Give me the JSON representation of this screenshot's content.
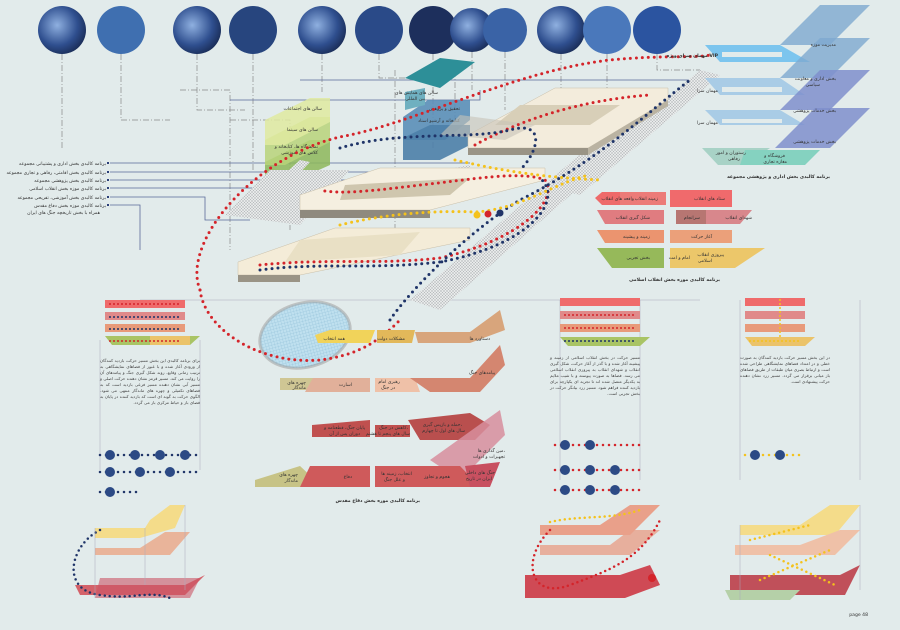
{
  "colors": {
    "background": "#e2ebeb",
    "red_path": "#d4242a",
    "navy_path": "#1f3468",
    "yellow_path": "#f4c21c"
  },
  "photos": [
    "photo-1",
    "photo-2",
    "photo-3",
    "photo-4",
    "photo-5",
    "photo-6",
    "photo-7",
    "photo-8",
    "photo-9",
    "photo-10",
    "photo-11",
    "photo-12"
  ],
  "left_legend": [
    "برنامه کالبدی بخش اداری و پشتیبانی مجموعه",
    "برنامه کالبدی بخش اقامتی، رفاهی و تجاری مجموعه",
    "برنامه کالبدی بخش پژوهشی مجموعه",
    "برنامه کالبدی موزه بخش انقلاب اسلامی",
    "برنامه کالبدی بخش آموزشی، تفریحی مجموعه",
    "برنامه کالبدی موزه بخش دفاع مقدس",
    "همراه با بخش تاریخچه جنگ های ایران"
  ],
  "education": {
    "l1": "سالن های اجتماعات",
    "l2": "سالن های سینما",
    "l3a": "نمایشگاه ها، کتابخانه و",
    "l3b": "کلاس های آموزشی"
  },
  "research": {
    "l1": "سالن های همایش های",
    "l1b": "بین المللی",
    "l2": "تحقیق و پژوهش",
    "l3": "کتابخانه و آرشیو اسناد"
  },
  "admin": {
    "vip": "مهمان سرای ویژه VIP",
    "guest1": "مهمان سرا",
    "guest2": "مهمان سرا",
    "r1": "مدیریت موزه",
    "r2a": "بخش اداری و معاونت",
    "r2b": "سیاسی",
    "r3": "بخش خدمات پژوهشی",
    "r4": "بخش خدمات پژوهشی",
    "b1a": "رستوران و امور",
    "b1b": "رفاهی",
    "b2a": "فروشگاه و",
    "b2b": "مغازه تجاری",
    "caption": "برنامه کالبدی بخش اداری و پژوهشی مجموعه"
  },
  "revolution": {
    "r1a": "ستاد های انقلاب",
    "r1b": "زمینه انقلاب",
    "r1c": "واقعه های انقلاب",
    "r2a": "شهدای انقلاب",
    "r2b": "سرانجام",
    "r2c": "شکل گیری انقلاب",
    "r3a": "آغاز حرکت",
    "r3b": "زمینه و پیشینه",
    "r4a": "پیروزی انقلاب",
    "r4a2": "اسلامی",
    "r4b": "امام و امت",
    "r4c": "بخش تجربی",
    "caption": "برنامه کالبدی موزه بخش انقلاب اسلامی"
  },
  "defense": {
    "a1": "همه انتخاب",
    "a2": "مشکلات دولت",
    "a3": "دستاورد ها",
    "b1": "پیامدهای جنگ",
    "b2a": "چهره های",
    "b2b": "ماندگار",
    "b3": "اسارت",
    "b4a": "رهبری امام",
    "b4b": "در جنگ",
    "c1a": "پایان جنگ، قطعنامه و",
    "c1b": "دوران پس از آن",
    "c2a": "کاهش در جنگ،",
    "c2b": "سال های پنجم تا هشتم",
    "c3a": "حمله و بازپس گیری،",
    "c3b": "سال های اول تا چهارم",
    "d1a": "مین گذاری ها،",
    "d1b": "تجهیزات و ادوات",
    "e1a": "چهره های",
    "e1b": "ماندگار",
    "e2": "دفاع",
    "e3a": "انتخاب، زمینه ها",
    "e3b": "و علل جنگ",
    "e4": "هجوم و تجاوز",
    "e5a": "جنگ های داخلی",
    "e5b": "ایران در تاریخ",
    "caption": "برنامه کالبدی موزه بخش دفاع مقدس"
  },
  "paragraphs": {
    "left": "برای برنامه کالبدی این بخش مسیر حرکت بازدید کنندگان از ورودی آغاز شده و با عبور از فضاهای نمایشگاهی به ترتیب زمانی وقایع، روند شکل گیری جنگ و پیامدهای آن را روایت می کند. مسیر قرمز نشان دهنده حرکت اصلی و مسیر آبی نشان دهنده مسیر فرعی بازدید است که به فضاهای تکمیلی و چهره های ماندگار منتهی می شود. الگوی حرکت به گونه ای است که بازدید کننده در پایان به فضای باز و حیاط مرکزی باز می گردد.",
    "middle": "مسیر حرکت در بخش انقلاب اسلامی از زمینه و پیشینه آغاز شده و با گذر از آغاز حرکت، شکل گیری انقلاب و شهدای انقلاب به پیروزی انقلاب اسلامی می رسد. فضاها به صورت پیوسته و با شیب ملایم به یکدیگر متصل شده اند تا تجربه ای یکپارچه برای بازدید کننده فراهم شود. مسیر زرد بیانگر حرکت در بخش تجربی است.",
    "right": "در این بخش مسیر حرکت بازدید کنندگان به صورت خطی و در امتداد فضاهای نمایشگاهی طراحی شده است و ارتباط بصری میان طبقات از طریق فضاهای باز میانی برقرار می گردد. مسیر زرد نشان دهنده حرکت پیشنهادی است."
  },
  "page_label": "page 48"
}
